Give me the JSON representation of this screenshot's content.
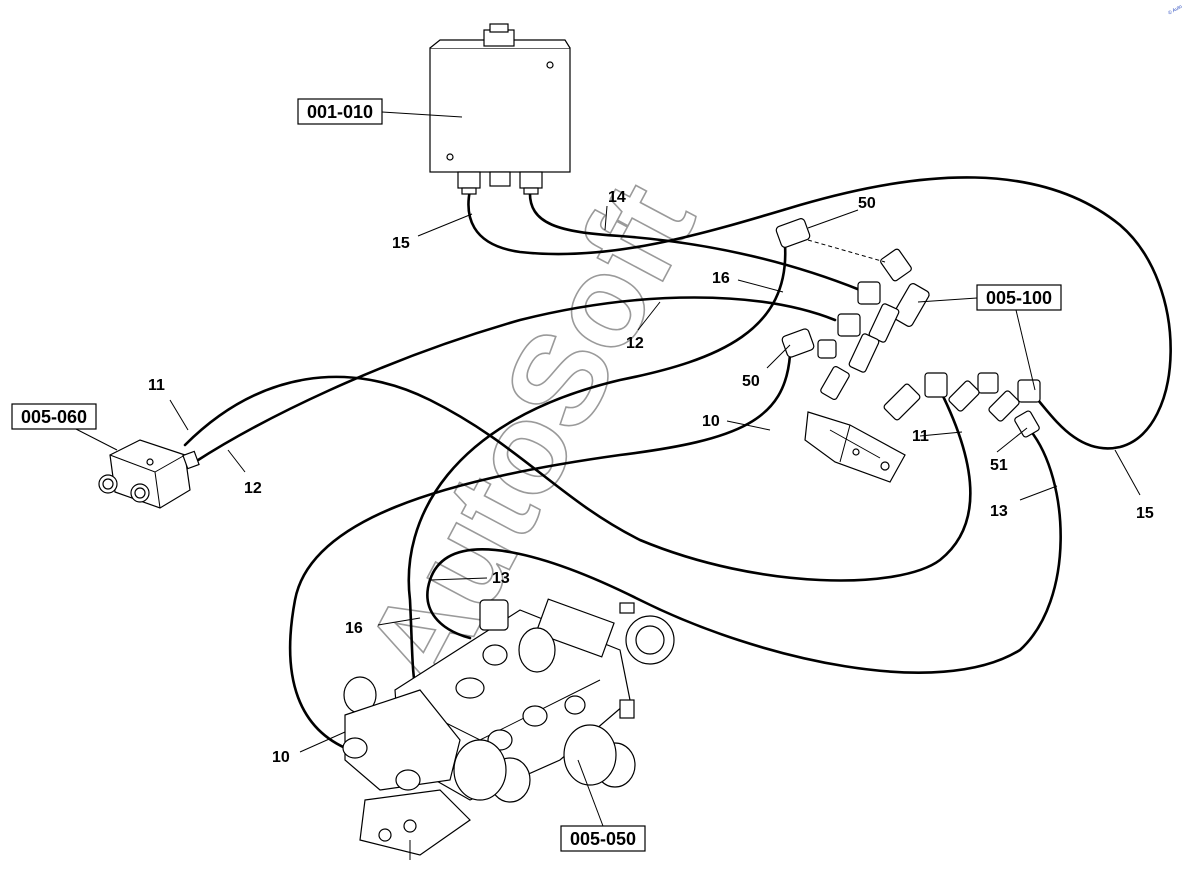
{
  "watermark": "AutoSoft",
  "corner_mark": "© Auto",
  "part_boxes": {
    "valve_block_top": "001-010",
    "block_left": "005-060",
    "fittings_right": "005-100",
    "valve_main": "005-050"
  },
  "callouts": {
    "c14": "14",
    "c15a": "15",
    "c15b": "15",
    "c50a": "50",
    "c50b": "50",
    "c16a": "16",
    "c16b": "16",
    "c12a": "12",
    "c12b": "12",
    "c11a": "11",
    "c11b": "11",
    "c10a": "10",
    "c10b": "10",
    "c51": "51",
    "c13a": "13",
    "c13b": "13"
  }
}
